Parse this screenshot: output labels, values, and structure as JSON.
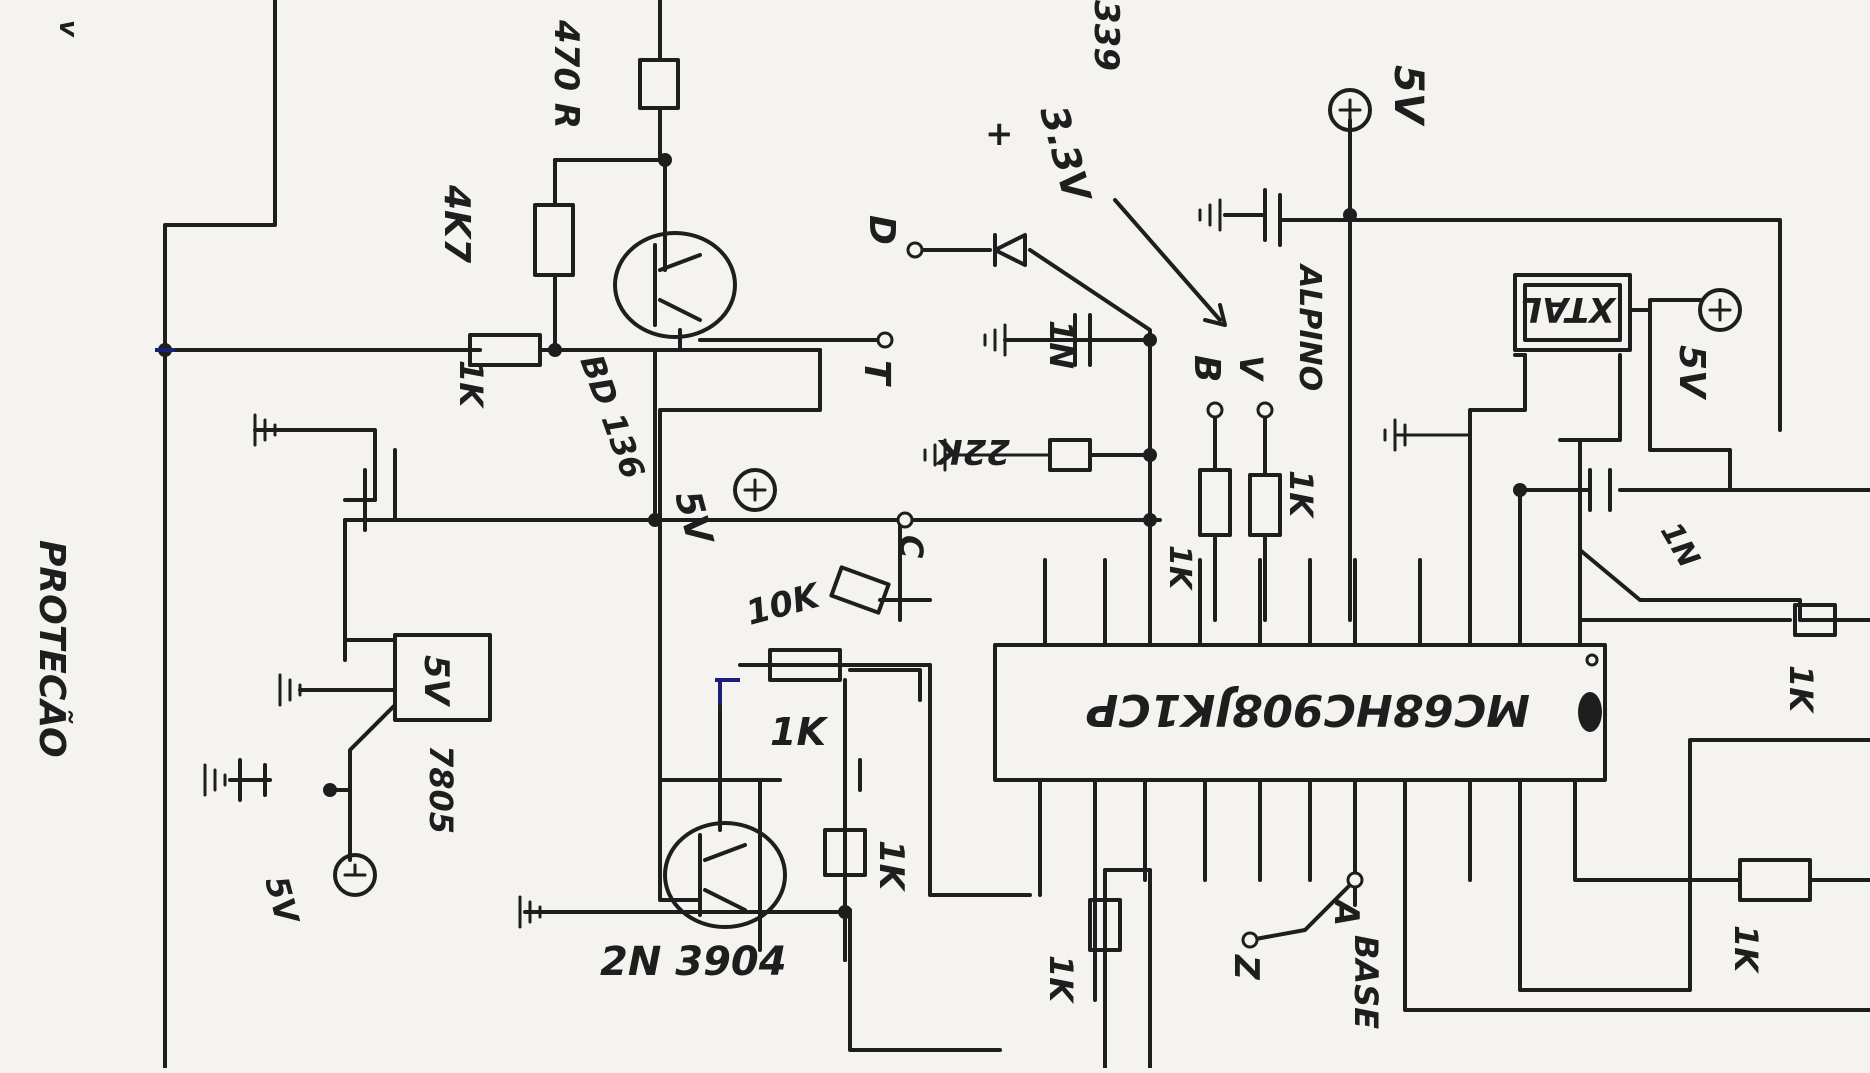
{
  "colors": {
    "ink": "#1e1e1e",
    "paper": "#f4f3f0",
    "marker_blue": "#1a1f7a"
  },
  "components": {
    "mcu": "MC68HC908JK1CP",
    "xtal": "XTAL",
    "regulator_body": "5V",
    "regulator_part": "7805",
    "q1": "BD 136",
    "q2": "2N 3904",
    "resistors": {
      "r_top": "470 R",
      "r_4k7": "4K7",
      "r_1k_base": "1K",
      "r_10k": "10K",
      "r_1k_mid": "1K",
      "r_1k_q2": "1K",
      "r_22k": "22K",
      "r_1k_b": "1K",
      "r_1k_a": "1K",
      "r_1k_bottom": "1K",
      "r_1k_right_top": "1K",
      "r_1k_right_bottom": "1K"
    },
    "capacitors": {
      "c_1n_a": "1N",
      "c_1n_b": "1N"
    }
  },
  "labels": {
    "v33": "3.3V",
    "plus": "+",
    "pin_d": "D",
    "pin_t": "T",
    "pin_b": "B",
    "pin_v": "V",
    "pin_c": "C",
    "pin_a": "A",
    "pin_z": "Z",
    "alpino": "ALPINO",
    "base": "BASE",
    "v5_top": "5V",
    "v5_mid": "5V",
    "v5_right": "5V",
    "v5_left": "5V",
    "protec": "PROTECÃO",
    "corner_top": "339",
    "corner_mark": "v"
  }
}
